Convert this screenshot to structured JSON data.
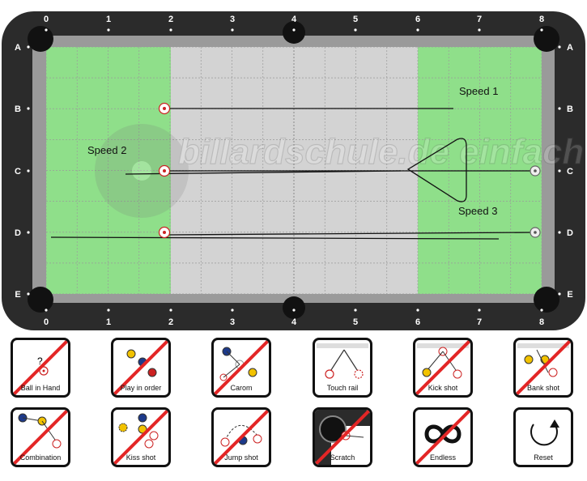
{
  "table": {
    "columns": [
      "0",
      "1",
      "2",
      "3",
      "4",
      "5",
      "6",
      "7",
      "8"
    ],
    "rows": [
      "A",
      "B",
      "C",
      "D",
      "E"
    ],
    "watermark": "billardschule.de einfach billard lernen",
    "speed_labels": [
      "Speed 1",
      "Speed 2",
      "Speed 3"
    ],
    "colors": {
      "rail": "#2b2b2b",
      "cushion": "#9a9a9a",
      "felt_green": "#8fdf8a",
      "felt_gray": "#d3d3d3",
      "pocket": "#111111"
    }
  },
  "tools": [
    {
      "id": "ball-in-hand",
      "label": "Ball in Hand",
      "icon": "ball-in-hand-icon",
      "disabled": true
    },
    {
      "id": "play-in-order",
      "label": "Play in order",
      "icon": "play-in-order-icon",
      "disabled": true
    },
    {
      "id": "carom",
      "label": "Carom",
      "icon": "carom-icon",
      "disabled": true
    },
    {
      "id": "touch-rail",
      "label": "Touch rail",
      "icon": "touch-rail-icon",
      "disabled": false
    },
    {
      "id": "kick-shot",
      "label": "Kick shot",
      "icon": "kick-shot-icon",
      "disabled": true
    },
    {
      "id": "bank-shot",
      "label": "Bank shot",
      "icon": "bank-shot-icon",
      "disabled": true
    },
    {
      "id": "combination",
      "label": "Combination",
      "icon": "combination-icon",
      "disabled": true
    },
    {
      "id": "kiss-shot",
      "label": "Kiss shot",
      "icon": "kiss-shot-icon",
      "disabled": true
    },
    {
      "id": "jump-shot",
      "label": "Jump shot",
      "icon": "jump-shot-icon",
      "disabled": true
    },
    {
      "id": "scratch",
      "label": "Scratch",
      "icon": "scratch-icon",
      "disabled": true
    },
    {
      "id": "endless",
      "label": "Endless",
      "icon": "infinity-icon",
      "disabled": true
    },
    {
      "id": "reset",
      "label": "Reset",
      "icon": "reset-icon",
      "disabled": false
    }
  ]
}
